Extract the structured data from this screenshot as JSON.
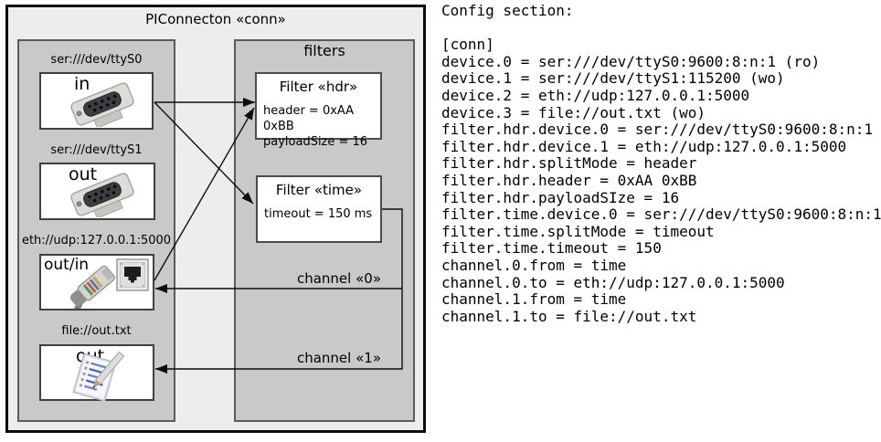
{
  "colors": {
    "outer_fill": "#ededed",
    "panel_fill": "#c9c9c9",
    "box_fill": "#ffffff",
    "line": "#0d0d0d",
    "text": "#000000"
  },
  "diagram": {
    "title": "PIConnecton «conn»",
    "devices_panel": {
      "devices": [
        {
          "label": "ser:///dev/ttyS0",
          "direction": "in",
          "icon": "serial-connector-icon"
        },
        {
          "label": "ser:///dev/ttyS1",
          "direction": "out",
          "icon": "serial-connector-icon"
        },
        {
          "label": "eth://udp:127.0.0.1:5000",
          "direction": "out/in",
          "icon": "ethernet-connector-icon"
        },
        {
          "label": "file://out.txt",
          "direction": "out",
          "icon": "notepad-icon"
        }
      ]
    },
    "filters_panel": {
      "title": "filters",
      "filters": [
        {
          "title": "Filter «hdr»",
          "params": [
            "header = 0xAA 0xBB",
            "payloadSize = 16"
          ]
        },
        {
          "title": "Filter «time»",
          "params": [
            "timeout = 150 ms"
          ]
        }
      ]
    },
    "channels": [
      {
        "label": "channel «0»"
      },
      {
        "label": "channel «1»"
      }
    ]
  },
  "config": {
    "heading": "Config section:",
    "lines": [
      "[conn]",
      "device.0 = ser:///dev/ttyS0:9600:8:n:1 (ro)",
      "device.1 = ser:///dev/ttyS1:115200 (wo)",
      "device.2 = eth://udp:127.0.0.1:5000",
      "device.3 = file://out.txt (wo)",
      "filter.hdr.device.0 = ser:///dev/ttyS0:9600:8:n:1",
      "filter.hdr.device.1 = eth://udp:127.0.0.1:5000",
      "filter.hdr.splitMode = header",
      "filter.hdr.header = 0xAA 0xBB",
      "filter.hdr.payloadSIze = 16",
      "filter.time.device.0 = ser:///dev/ttyS0:9600:8:n:1",
      "filter.time.splitMode = timeout",
      "filter.time.timeout = 150",
      "channel.0.from = time",
      "channel.0.to = eth://udp:127.0.0.1:5000",
      "channel.1.from = time",
      "channel.1.to = file://out.txt"
    ]
  }
}
